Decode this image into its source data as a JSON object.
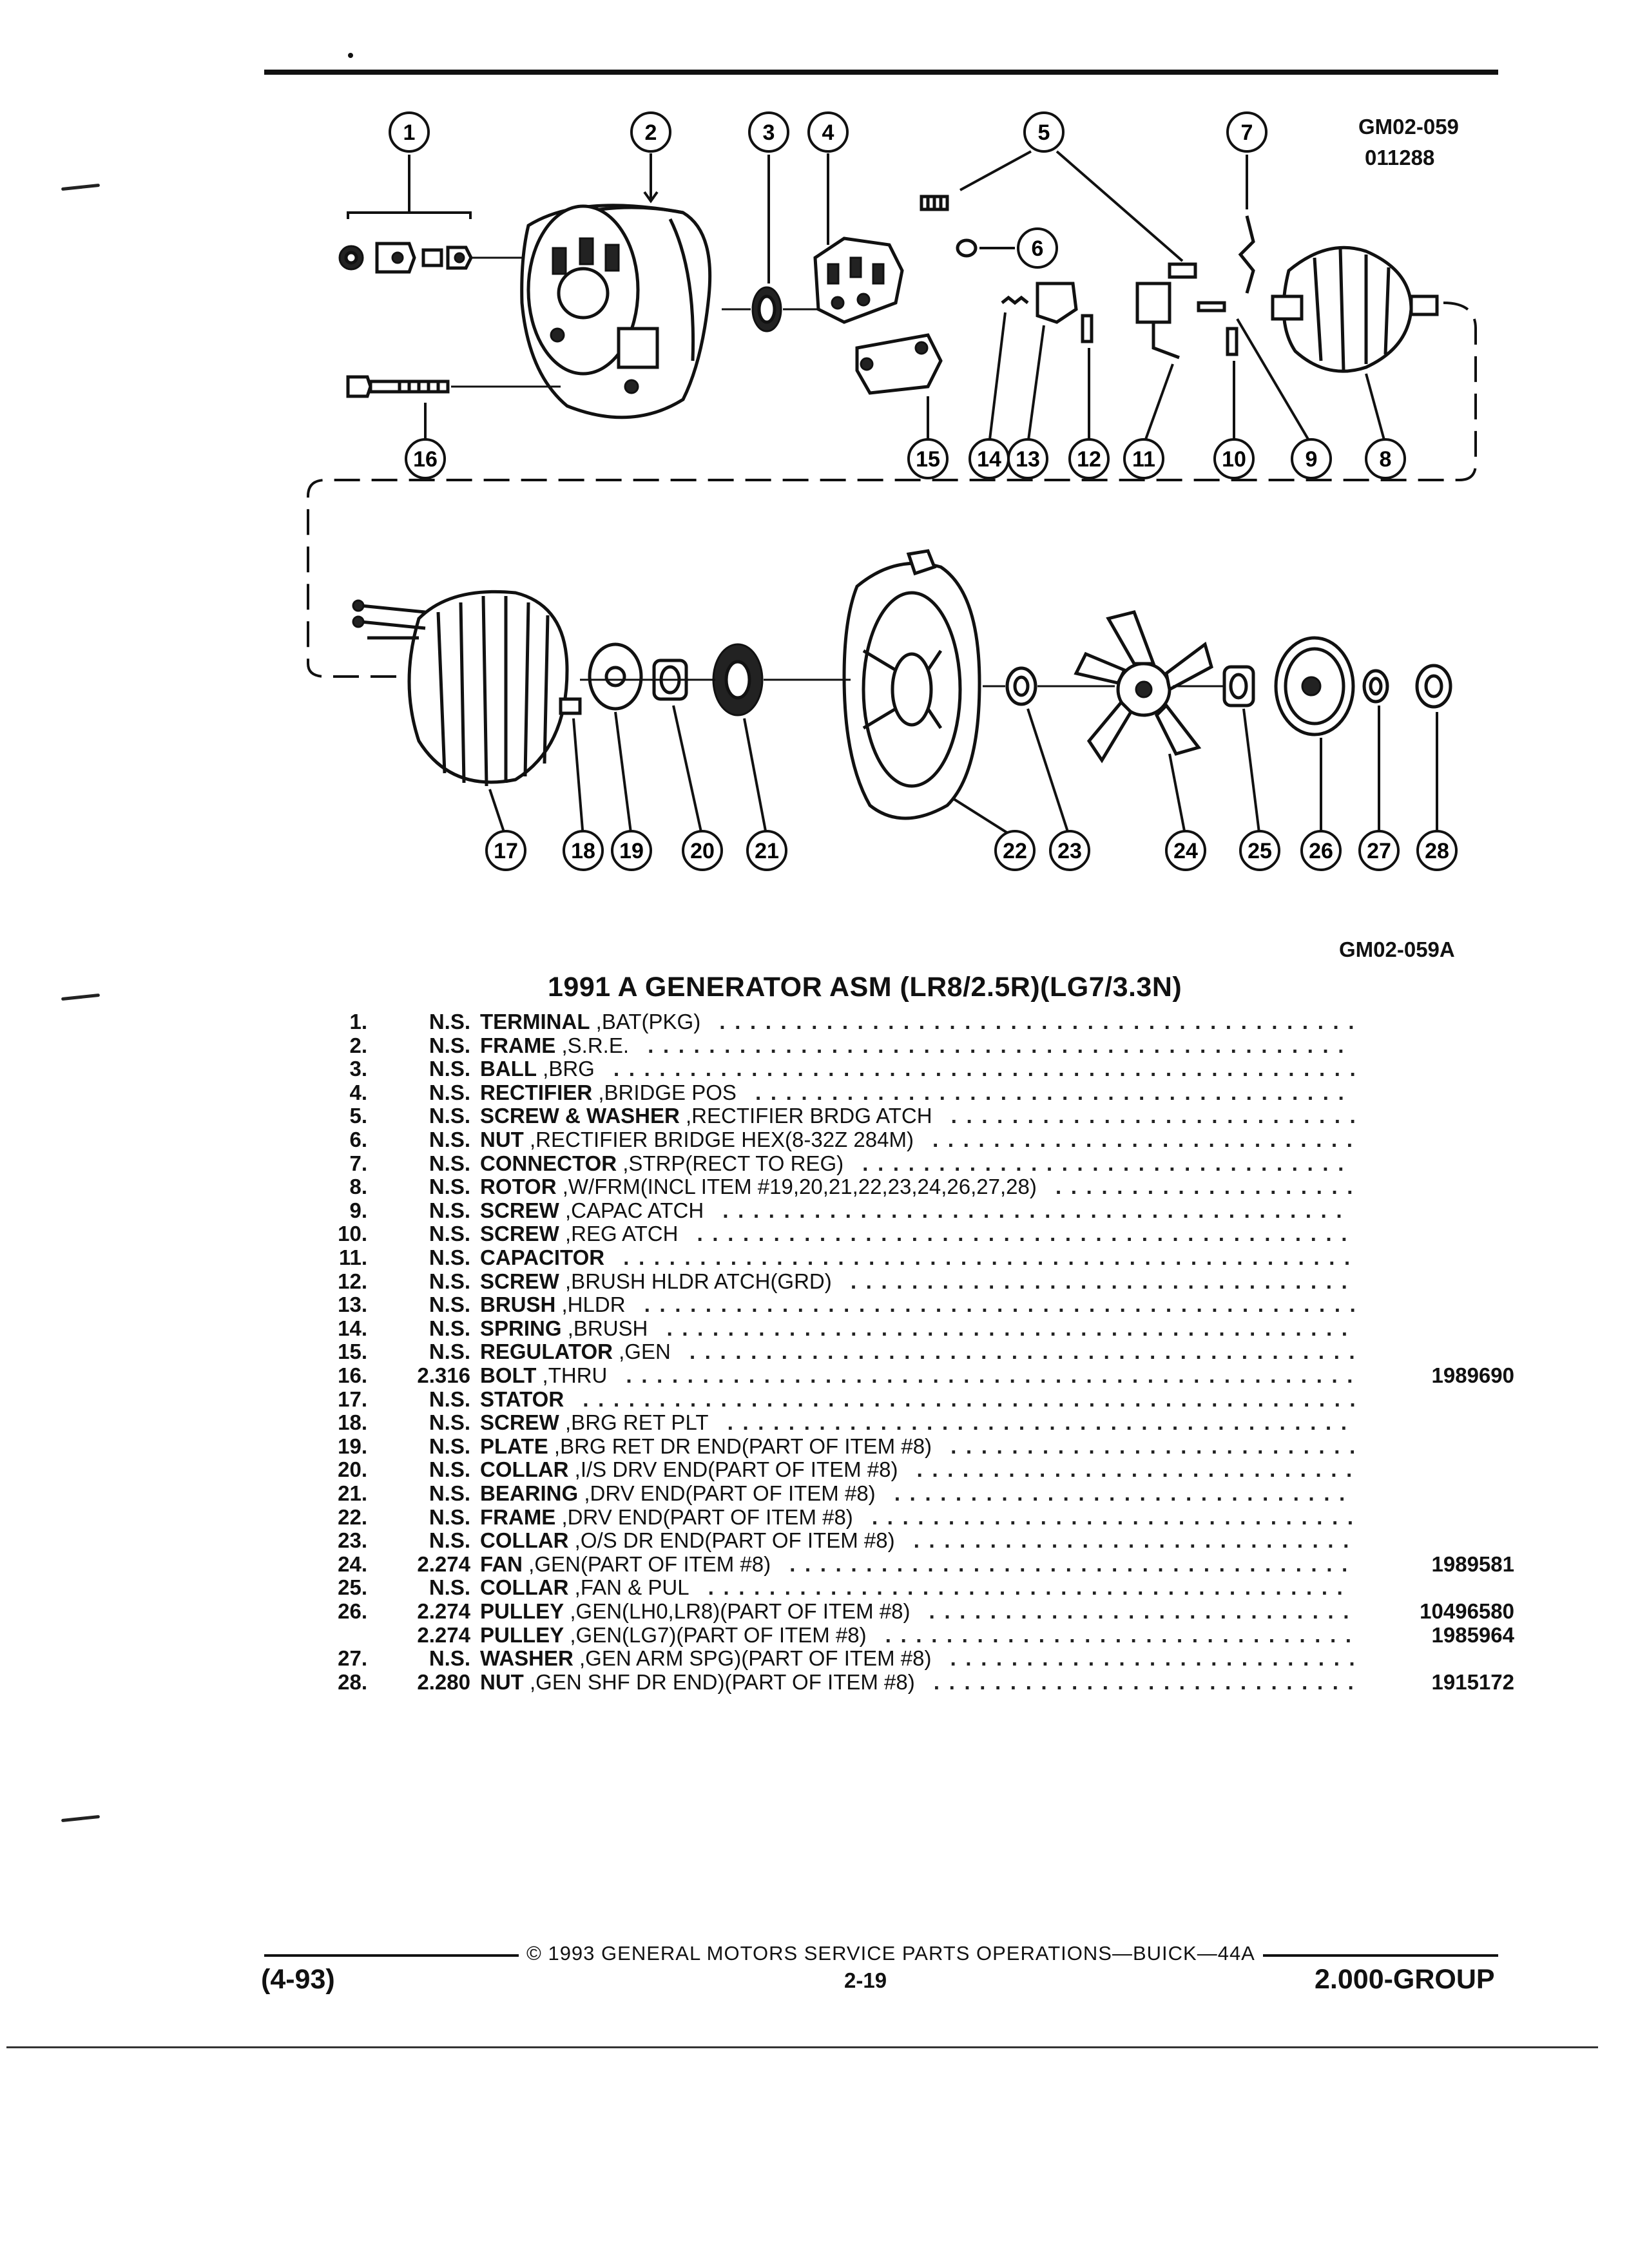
{
  "header": {
    "drawing_code_top": "GM02-059",
    "drawing_date": "011288",
    "drawing_code_bottom": "GM02-059A"
  },
  "title": "1991 A GENERATOR ASM (LR8/2.5R)(LG7/3.3N)",
  "callouts": [
    "1",
    "2",
    "3",
    "4",
    "5",
    "6",
    "7",
    "8",
    "9",
    "10",
    "11",
    "12",
    "13",
    "14",
    "15",
    "16",
    "17",
    "18",
    "19",
    "20",
    "21",
    "22",
    "23",
    "24",
    "25",
    "26",
    "27",
    "28"
  ],
  "parts": [
    {
      "num": "1.",
      "qty": "N.S.",
      "name": "TERMINAL",
      "desc": " ,BAT(PKG)",
      "part": ""
    },
    {
      "num": "2.",
      "qty": "N.S.",
      "name": "FRAME",
      "desc": " ,S.R.E.",
      "part": ""
    },
    {
      "num": "3.",
      "qty": "N.S.",
      "name": "BALL",
      "desc": " ,BRG",
      "part": ""
    },
    {
      "num": "4.",
      "qty": "N.S.",
      "name": "RECTIFIER",
      "desc": " ,BRIDGE POS",
      "part": ""
    },
    {
      "num": "5.",
      "qty": "N.S.",
      "name": "SCREW & WASHER",
      "desc": " ,RECTIFIER BRDG ATCH",
      "part": ""
    },
    {
      "num": "6.",
      "qty": "N.S.",
      "name": "NUT",
      "desc": " ,RECTIFIER BRIDGE HEX(8-32Z 284M)",
      "part": ""
    },
    {
      "num": "7.",
      "qty": "N.S.",
      "name": "CONNECTOR",
      "desc": " ,STRP(RECT TO REG)",
      "part": ""
    },
    {
      "num": "8.",
      "qty": "N.S.",
      "name": "ROTOR",
      "desc": " ,W/FRM(INCL ITEM #19,20,21,22,23,24,26,27,28)",
      "part": ""
    },
    {
      "num": "9.",
      "qty": "N.S.",
      "name": "SCREW",
      "desc": " ,CAPAC ATCH",
      "part": ""
    },
    {
      "num": "10.",
      "qty": "N.S.",
      "name": "SCREW",
      "desc": " ,REG ATCH",
      "part": ""
    },
    {
      "num": "11.",
      "qty": "N.S.",
      "name": "CAPACITOR",
      "desc": "",
      "part": ""
    },
    {
      "num": "12.",
      "qty": "N.S.",
      "name": "SCREW",
      "desc": " ,BRUSH HLDR ATCH(GRD)",
      "part": ""
    },
    {
      "num": "13.",
      "qty": "N.S.",
      "name": "BRUSH",
      "desc": " ,HLDR",
      "part": ""
    },
    {
      "num": "14.",
      "qty": "N.S.",
      "name": "SPRING",
      "desc": " ,BRUSH",
      "part": ""
    },
    {
      "num": "15.",
      "qty": "N.S.",
      "name": "REGULATOR",
      "desc": " ,GEN",
      "part": ""
    },
    {
      "num": "16.",
      "qty": "2.316",
      "name": "BOLT",
      "desc": " ,THRU",
      "part": "1989690"
    },
    {
      "num": "17.",
      "qty": "N.S.",
      "name": "STATOR",
      "desc": "",
      "part": ""
    },
    {
      "num": "18.",
      "qty": "N.S.",
      "name": "SCREW",
      "desc": " ,BRG RET PLT",
      "part": ""
    },
    {
      "num": "19.",
      "qty": "N.S.",
      "name": "PLATE",
      "desc": " ,BRG RET DR END(PART OF ITEM #8)",
      "part": ""
    },
    {
      "num": "20.",
      "qty": "N.S.",
      "name": "COLLAR",
      "desc": " ,I/S DRV END(PART OF ITEM #8)",
      "part": ""
    },
    {
      "num": "21.",
      "qty": "N.S.",
      "name": "BEARING",
      "desc": " ,DRV END(PART OF ITEM #8)",
      "part": ""
    },
    {
      "num": "22.",
      "qty": "N.S.",
      "name": "FRAME",
      "desc": " ,DRV END(PART OF ITEM #8)",
      "part": ""
    },
    {
      "num": "23.",
      "qty": "N.S.",
      "name": "COLLAR",
      "desc": " ,O/S DR END(PART OF ITEM #8)",
      "part": ""
    },
    {
      "num": "24.",
      "qty": "2.274",
      "name": "FAN",
      "desc": " ,GEN(PART OF ITEM #8)",
      "part": "1989581"
    },
    {
      "num": "25.",
      "qty": "N.S.",
      "name": "COLLAR",
      "desc": " ,FAN & PUL",
      "part": ""
    },
    {
      "num": "26.",
      "qty": "2.274",
      "name": "PULLEY",
      "desc": " ,GEN(LH0,LR8)(PART OF ITEM #8)",
      "part": "10496580"
    },
    {
      "num": "",
      "qty": "2.274",
      "name": "PULLEY",
      "desc": " ,GEN(LG7)(PART OF ITEM #8)",
      "part": "1985964"
    },
    {
      "num": "27.",
      "qty": "N.S.",
      "name": "WASHER",
      "desc": " ,GEN ARM SPG)(PART OF ITEM #8)",
      "part": ""
    },
    {
      "num": "28.",
      "qty": "2.280",
      "name": "NUT",
      "desc": " ,GEN SHF DR END)(PART OF ITEM #8)",
      "part": "1915172"
    }
  ],
  "footer": {
    "copyright": "© 1993 GENERAL MOTORS SERVICE PARTS OPERATIONS—BUICK—44A",
    "date_code": "(4-93)",
    "page": "2-19",
    "group": "2.000-GROUP"
  }
}
